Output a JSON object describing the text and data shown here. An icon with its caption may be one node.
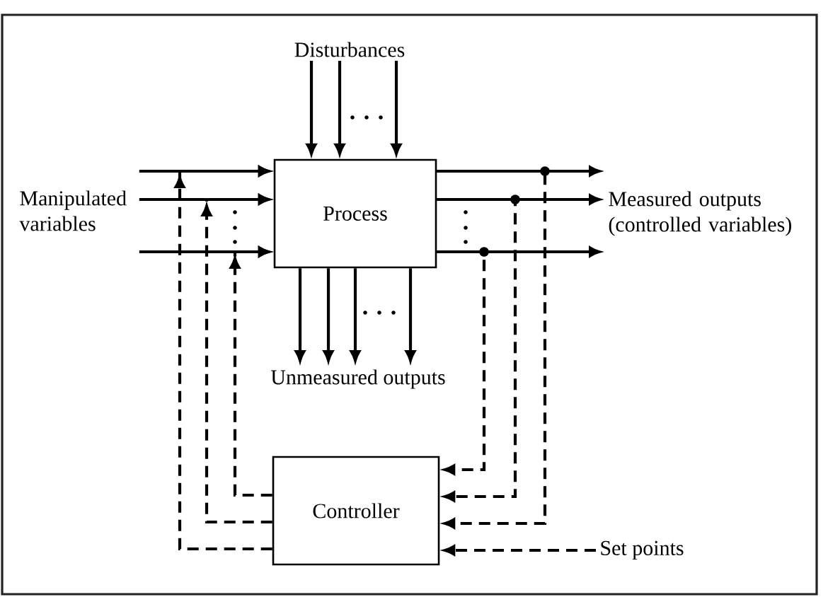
{
  "diagram": {
    "nodes": [
      {
        "text": [
          "Disturbances"
        ]
      },
      {
        "text": [
          "Manipulated variables"
        ]
      },
      {
        "text": [
          "Process"
        ]
      },
      {
        "text": [
          "Measured outputs (controlled variables)"
        ]
      },
      {
        "text": [
          "Unmeasured outputs"
        ]
      },
      {
        "text": [
          "Controller"
        ]
      },
      {
        "text": [
          "Set points"
        ]
      }
    ],
    "edges": [
      {
        "from": 0,
        "to": 2,
        "arrow": "to"
      },
      {
        "from": 0,
        "to": 2,
        "arrow": "to"
      },
      {
        "from": 0,
        "to": 2,
        "arrow": "to"
      },
      {
        "from": 1,
        "to": 2,
        "arrow": "to"
      },
      {
        "from": 1,
        "to": 2,
        "arrow": "to"
      },
      {
        "from": 1,
        "to": 2,
        "arrow": "to"
      },
      {
        "from": 2,
        "to": 3,
        "arrow": "to"
      },
      {
        "from": 2,
        "to": 3,
        "arrow": "to"
      },
      {
        "from": 2,
        "to": 3,
        "arrow": "to"
      },
      {
        "from": 2,
        "to": 4,
        "arrow": "to"
      },
      {
        "from": 2,
        "to": 4,
        "arrow": "to"
      },
      {
        "from": 2,
        "to": 4,
        "arrow": "to"
      },
      {
        "from": 2,
        "to": 4,
        "arrow": "to"
      },
      {
        "from": 2,
        "to": 5,
        "arrow": "to",
        "style": "dashed"
      },
      {
        "from": 2,
        "to": 5,
        "arrow": "to",
        "style": "dashed"
      },
      {
        "from": 2,
        "to": 5,
        "arrow": "to",
        "style": "dashed"
      },
      {
        "from": 6,
        "to": 5,
        "arrow": "to",
        "style": "dashed"
      },
      {
        "from": 5,
        "to": 2,
        "arrow": "to",
        "style": "dashed"
      },
      {
        "from": 5,
        "to": 2,
        "arrow": "to",
        "style": "dashed"
      },
      {
        "from": 5,
        "to": 2,
        "arrow": "to",
        "style": "dashed"
      }
    ]
  }
}
